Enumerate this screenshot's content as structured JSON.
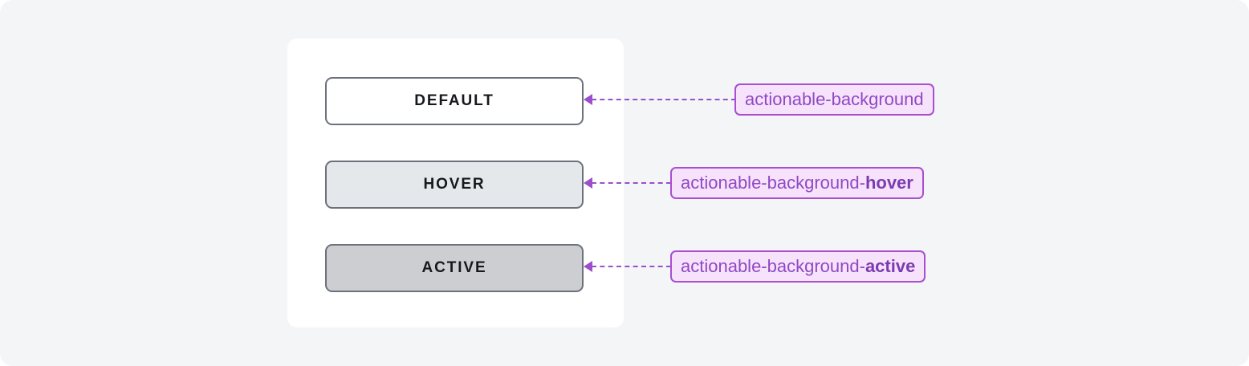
{
  "canvas": {
    "background_color": "#f4f5f7",
    "card_background_color": "#ffffff"
  },
  "colors": {
    "accent_purple": "#9b4fca",
    "badge_border": "#a84fd0",
    "badge_fill": "#f6e3fb",
    "badge_text": "#9148c4",
    "badge_text_bold": "#7d3bb0",
    "button_border": "#6c727c",
    "button_text": "#16181c",
    "default_fill": "#ffffff",
    "hover_fill": "#e5e8eb",
    "active_fill": "#ccced2"
  },
  "states": [
    {
      "key": "default",
      "button_label": "DEFAULT",
      "token_base": "actionable-background",
      "token_suffix": "",
      "fill_color": "#ffffff"
    },
    {
      "key": "hover",
      "button_label": "HOVER",
      "token_base": "actionable-background-",
      "token_suffix": "hover",
      "fill_color": "#e5e8eb"
    },
    {
      "key": "active",
      "button_label": "ACTIVE",
      "token_base": "actionable-background-",
      "token_suffix": "active",
      "fill_color": "#ccced2"
    }
  ],
  "icons": {
    "arrow": "left-arrow-icon",
    "connector": "dashed-connector-line"
  }
}
